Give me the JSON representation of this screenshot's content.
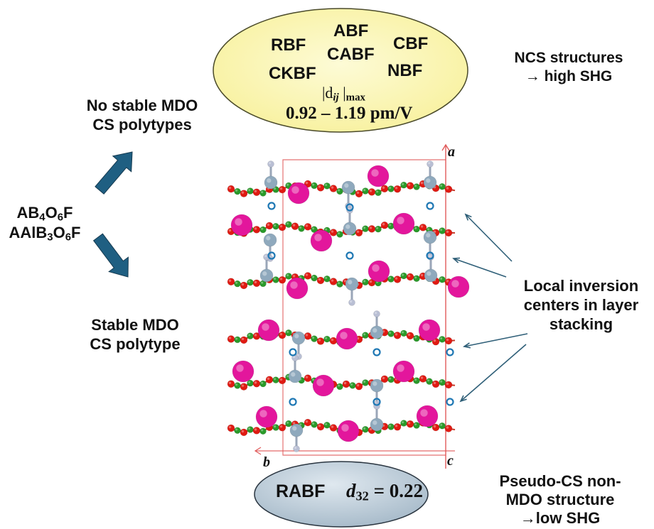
{
  "top_ellipse": {
    "compounds": [
      "ABF",
      "RBF",
      "CBF",
      "CABF",
      "CKBF",
      "NBF"
    ],
    "coef_label": "|d",
    "coef_sub": "ij",
    "coef_tail": " |",
    "coef_max": "max",
    "range": "0.92 – 1.19 pm/V",
    "fill": "#fbf7b4"
  },
  "left": {
    "formula1": {
      "a": "AB",
      "s1": "4",
      "b": "O",
      "s2": "6",
      "c": "F"
    },
    "formula2": {
      "a": "AAlB",
      "s1": "3",
      "b": "O",
      "s2": "6",
      "c": "F"
    },
    "upper_branch": [
      "No stable MDO",
      "CS polytypes"
    ],
    "lower_branch": [
      "Stable MDO",
      "CS polytype"
    ],
    "arrow_color": "#1f5f82"
  },
  "right": {
    "ncs": [
      "NCS structures",
      "→ high SHG"
    ],
    "inversion": [
      "Local inversion",
      "centers in layer",
      "stacking"
    ],
    "pseudo": [
      "Pseudo-CS non-",
      "MDO structure",
      "→low SHG"
    ]
  },
  "axes": {
    "a": "a",
    "b": "b",
    "c": "c"
  },
  "bottom_ellipse": {
    "compound": "RABF",
    "coef": "d",
    "coef_sub": "32",
    "value": " = 0.22",
    "fill": "#c5d3de"
  },
  "atom_colors": {
    "large_cation": "#e3169c",
    "boron": "#2a9a2a",
    "oxygen": "#e01a12",
    "aluminum": "#8fa9bd",
    "fluorine": "#b9bfd4",
    "inversion_center": "#1f78b4",
    "cell_edge": "#e05a5a"
  }
}
